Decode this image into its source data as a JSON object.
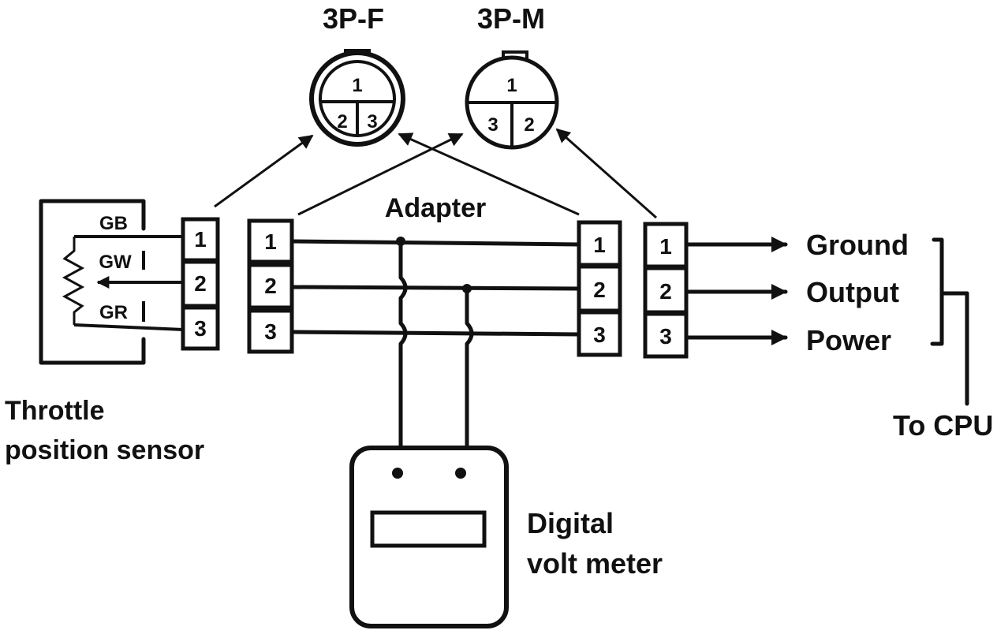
{
  "connectors": {
    "female_label": "3P-F",
    "male_label": "3P-M",
    "female_pins": [
      "1",
      "2",
      "3"
    ],
    "male_pins": [
      "1",
      "3",
      "2"
    ]
  },
  "adapter_label": "Adapter",
  "sensor": {
    "wire_labels": [
      "GB",
      "GW",
      "GR"
    ],
    "label_line1": "Throttle",
    "label_line2": "position sensor"
  },
  "blocks": {
    "sensor_side_pins": [
      "1",
      "2",
      "3"
    ],
    "adapter_left_pins": [
      "1",
      "2",
      "3"
    ],
    "adapter_right_pins": [
      "1",
      "2",
      "3"
    ],
    "harness_pins": [
      "1",
      "2",
      "3"
    ]
  },
  "outputs": [
    "Ground",
    "Output",
    "Power"
  ],
  "to_cpu_label": "To CPU",
  "meter": {
    "label_line1": "Digital",
    "label_line2": "volt meter"
  }
}
